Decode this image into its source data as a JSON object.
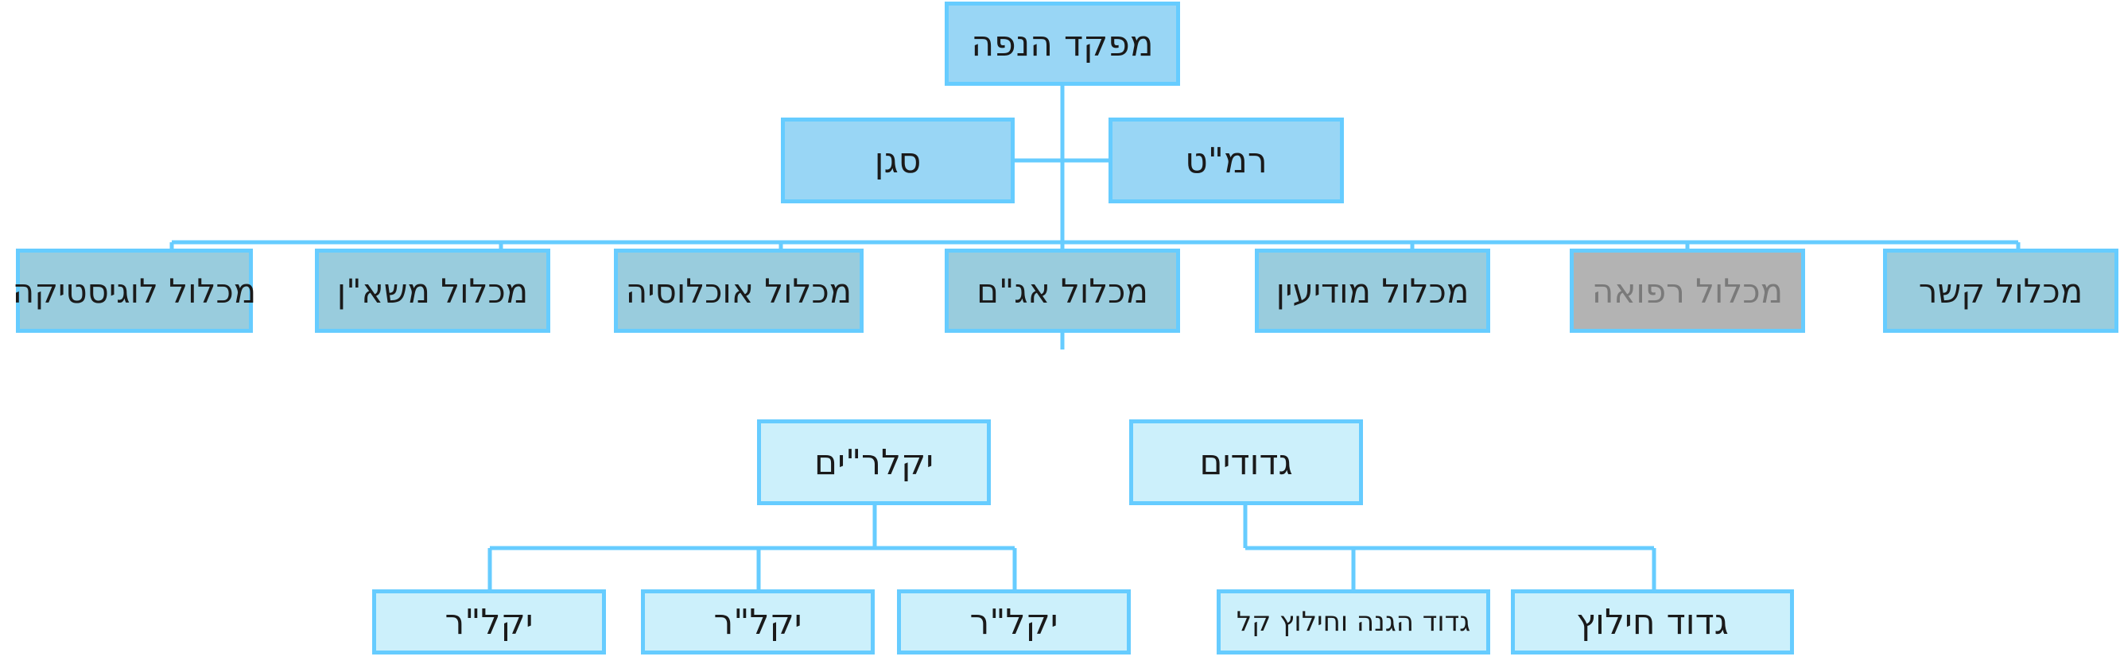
{
  "colors": {
    "border": "#66ccff",
    "top_fill": "#99d6f5",
    "mid_fill": "#99ccdd",
    "disabled_fill": "#b3b3b3",
    "disabled_text": "#7a7a7a",
    "bottom_fill": "#ccf0fb"
  },
  "top": {
    "commander": "מפקד הנפה",
    "ramat": "רמ\"ט",
    "deputy": "סגן"
  },
  "branches": [
    {
      "label": "מכלול קשר",
      "disabled": false
    },
    {
      "label": "מכלול רפואה",
      "disabled": true
    },
    {
      "label": "מכלול מודיעין",
      "disabled": false
    },
    {
      "label": "מכלול אג\"ם",
      "disabled": false
    },
    {
      "label": "מכלול אוכלוסיה",
      "disabled": false
    },
    {
      "label": "מכלול משא\"ן",
      "disabled": false
    },
    {
      "label": "מכלול לוגיסטיקה",
      "disabled": false
    }
  ],
  "operations": {
    "battalions": "גדודים",
    "yaklar_group": "יקלר\"ים",
    "battalion_units": [
      "גדוד חילוץ",
      "גדוד הגנה וחילוץ קל"
    ],
    "yaklar_units": [
      "יקל\"ר",
      "יקל\"ר",
      "יקל\"ר"
    ]
  }
}
